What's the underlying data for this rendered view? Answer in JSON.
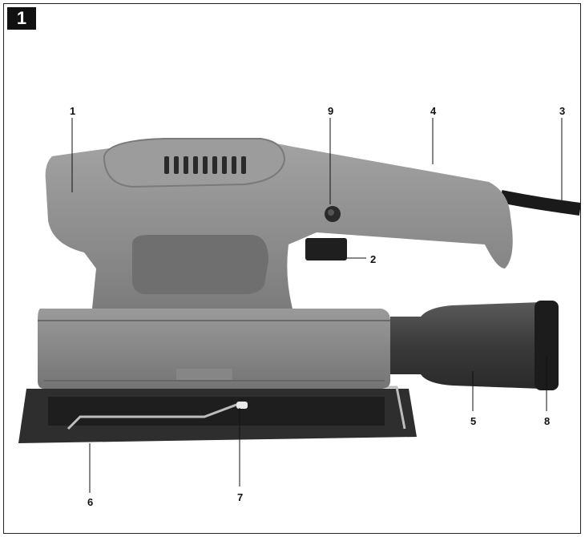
{
  "figure": {
    "number": "1"
  },
  "callouts": {
    "c1": "1",
    "c2": "2",
    "c3": "3",
    "c4": "4",
    "c5": "5",
    "c6": "6",
    "c7": "7",
    "c8": "8",
    "c9": "9"
  },
  "colors": {
    "housing": "#8a8a8a",
    "housing_dark": "#6b6b6b",
    "pad": "#2e2e2e",
    "cable": "#1a1a1a",
    "badge": "#111111"
  }
}
